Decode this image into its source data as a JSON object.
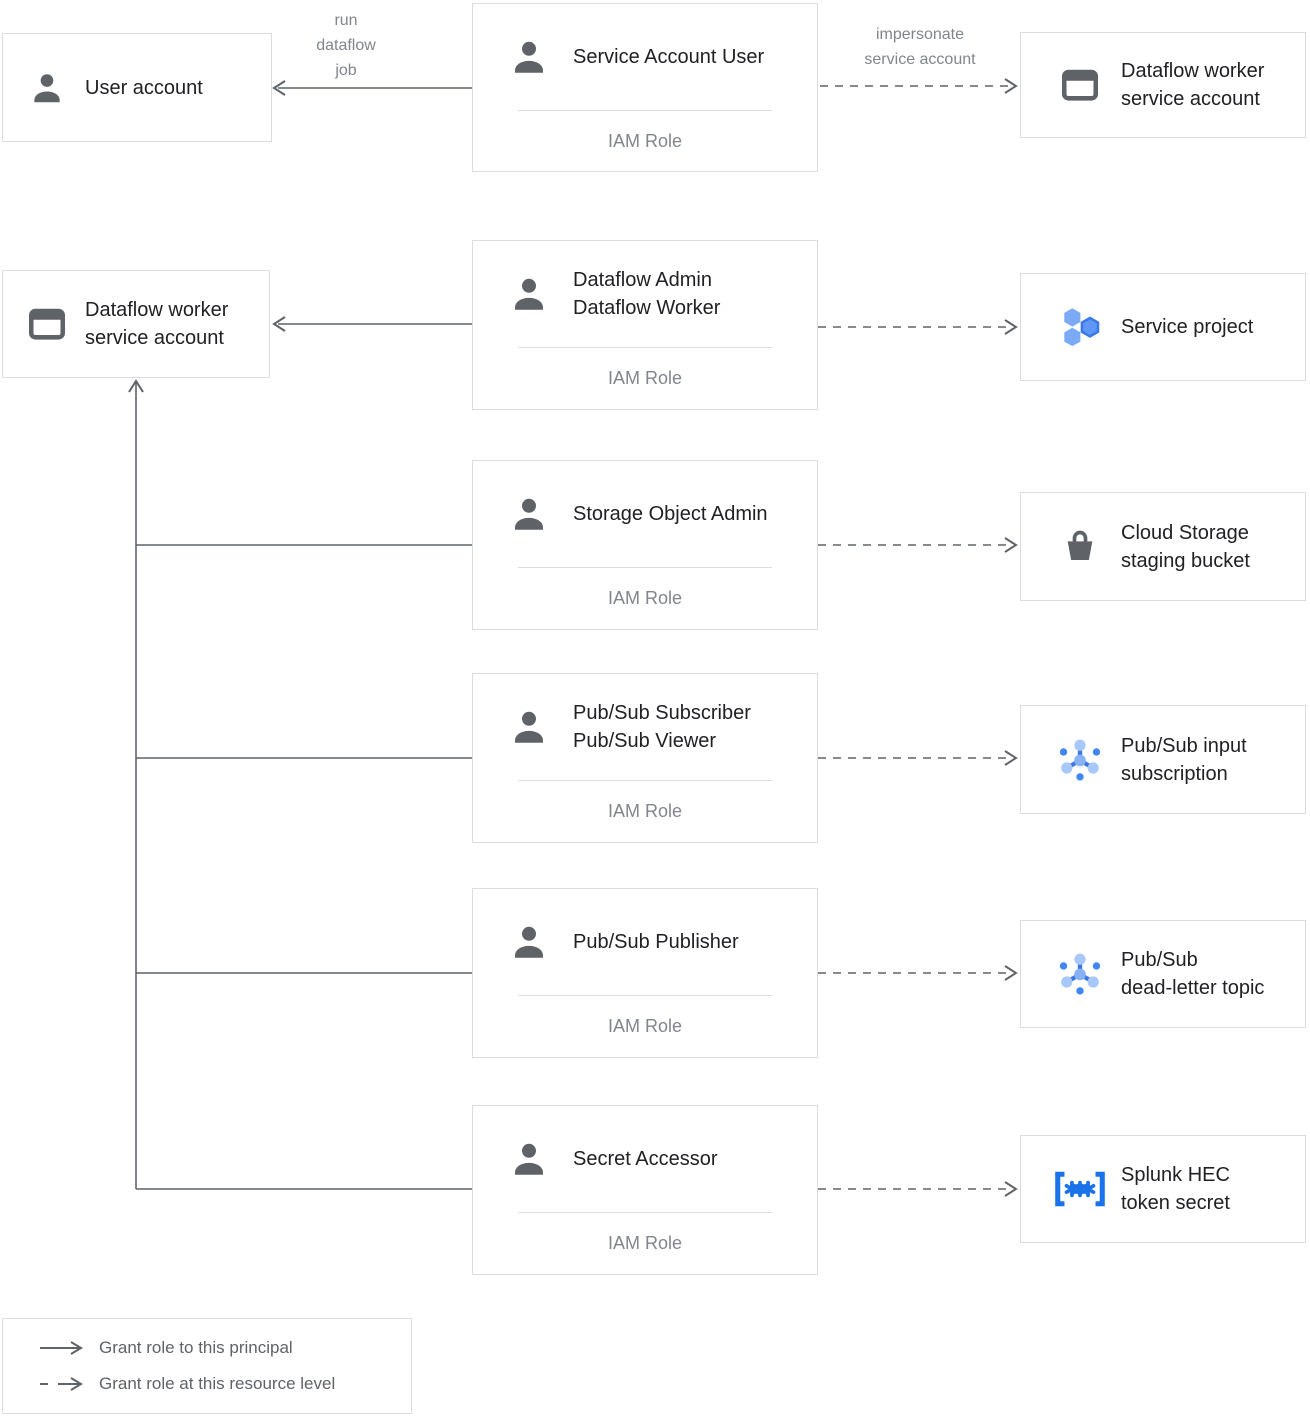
{
  "diagram": {
    "edge_labels": {
      "run_dataflow_job": "run\ndataflow\njob",
      "impersonate_service_account": "impersonate\nservice account"
    },
    "row1": {
      "left": {
        "icon": "person-icon",
        "label": "User account"
      },
      "center": {
        "icon": "person-icon",
        "title": "Service Account User",
        "subtitle": "IAM Role"
      },
      "right": {
        "icon": "service-account-icon",
        "label": "Dataflow worker\nservice account"
      }
    },
    "row2": {
      "left": {
        "icon": "service-account-icon",
        "label": "Dataflow worker\nservice account"
      },
      "center": {
        "icon": "person-icon",
        "title": "Dataflow Admin\nDataflow Worker",
        "subtitle": "IAM Role"
      },
      "right": {
        "icon": "project-icon",
        "label": "Service project"
      }
    },
    "row3": {
      "center": {
        "icon": "person-icon",
        "title": "Storage Object Admin",
        "subtitle": "IAM Role"
      },
      "right": {
        "icon": "bucket-icon",
        "label": "Cloud Storage\nstaging bucket"
      }
    },
    "row4": {
      "center": {
        "icon": "person-icon",
        "title": "Pub/Sub Subscriber\nPub/Sub Viewer",
        "subtitle": "IAM Role"
      },
      "right": {
        "icon": "pubsub-icon",
        "label": "Pub/Sub input\nsubscription"
      }
    },
    "row5": {
      "center": {
        "icon": "person-icon",
        "title": "Pub/Sub Publisher",
        "subtitle": "IAM Role"
      },
      "right": {
        "icon": "pubsub-icon",
        "label": "Pub/Sub\ndead-letter topic"
      }
    },
    "row6": {
      "center": {
        "icon": "person-icon",
        "title": "Secret Accessor",
        "subtitle": "IAM Role"
      },
      "right": {
        "icon": "secret-icon",
        "label": "Splunk HEC\ntoken secret"
      }
    },
    "legend": {
      "items": [
        {
          "style": "solid",
          "label": "Grant role to this principal"
        },
        {
          "style": "dashed",
          "label": "Grant role at this resource level"
        }
      ]
    },
    "colors": {
      "box_border": "#dadce0",
      "title_text": "#202124",
      "secondary_text": "#80868b",
      "line": "#5f6368",
      "icon_gray": "#5f6368",
      "secret_blue": "#1a73e8",
      "blue_medium": "#4285f4",
      "blue_light": "#7baaf7",
      "blue_pale": "#a8c7fa"
    }
  }
}
